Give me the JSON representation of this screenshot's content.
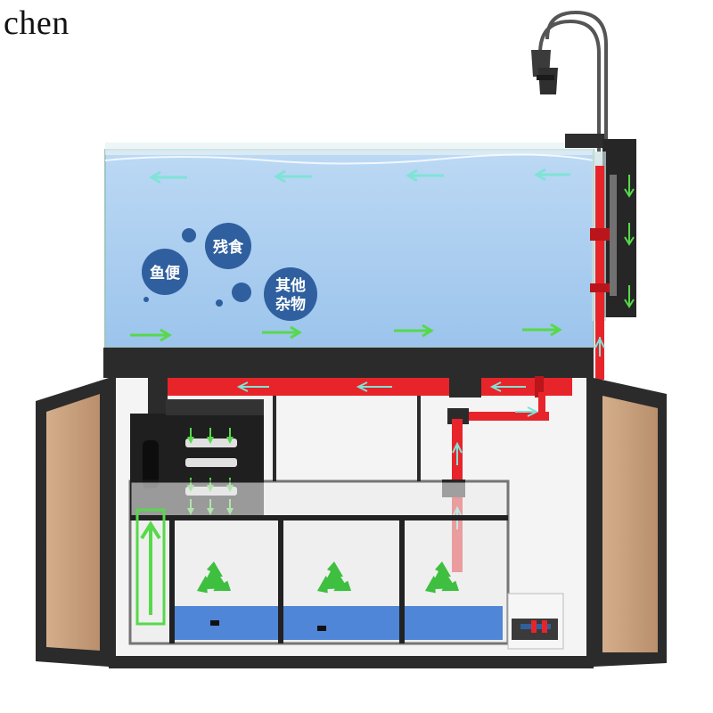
{
  "watermark": "chen",
  "labels": {
    "leftover_food": "残食",
    "fish_waste": "鱼便",
    "other_line1": "其他",
    "other_line2": "杂物"
  },
  "colors": {
    "water": "#a9cdef",
    "flow_arrow_top": "#7fe3d6",
    "flow_arrow_bottom": "#56d94a",
    "pipe_red": "#e8242b",
    "bubble_blue": "#2f5f9e",
    "sump_water": "#4f86d8",
    "recycle_green": "#3fbf3f",
    "cabinet": "#2b2b2b",
    "door_panel": "#c9a07e"
  },
  "icons": [
    "recycle-icon",
    "flow-arrow-icon",
    "light-lamp-icon",
    "pump-icon"
  ]
}
